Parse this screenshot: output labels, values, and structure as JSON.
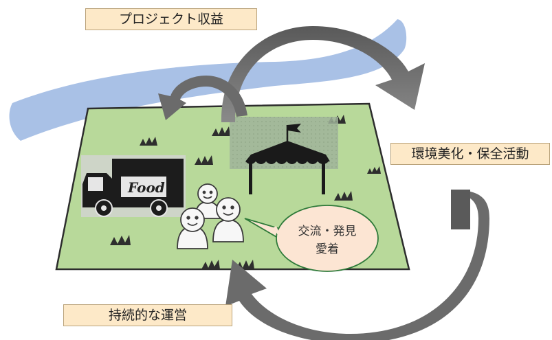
{
  "labels": {
    "project_revenue": "プロジェクト収益",
    "environment_activity": "環境美化・保全活動",
    "sustainable_operation": "持続的な運営"
  },
  "bubble": {
    "line1": "交流・発見",
    "line2": "愛着"
  },
  "truck": {
    "sign": "Food"
  },
  "colors": {
    "river": "#a9c1e6",
    "park": "#b8d99a",
    "park_border": "#2d2d2d",
    "arrow": "#6b6b6b",
    "label_bg": "#fde9c8",
    "bubble_bg": "#fce5d3"
  }
}
